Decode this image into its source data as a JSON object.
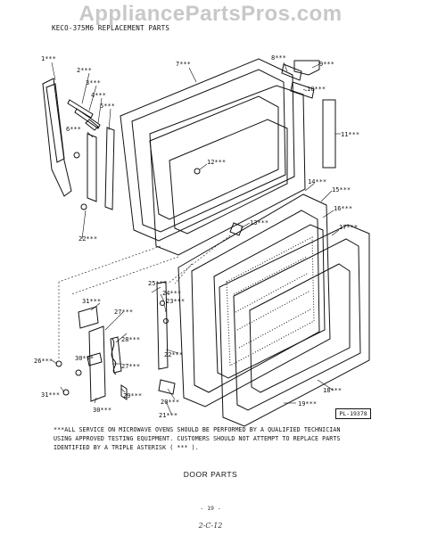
{
  "watermark": "AppliancePartsPros.com",
  "header": "KECO-375M6 REPLACEMENT PARTS",
  "labels": [
    {
      "id": "1",
      "text": "1***"
    },
    {
      "id": "2",
      "text": "2***"
    },
    {
      "id": "3",
      "text": "3***"
    },
    {
      "id": "4",
      "text": "4***"
    },
    {
      "id": "5",
      "text": "5***"
    },
    {
      "id": "6",
      "text": "6***"
    },
    {
      "id": "7",
      "text": "7***"
    },
    {
      "id": "8",
      "text": "8***"
    },
    {
      "id": "9",
      "text": "9***"
    },
    {
      "id": "10",
      "text": "10***"
    },
    {
      "id": "11",
      "text": "11***"
    },
    {
      "id": "12",
      "text": "12***"
    },
    {
      "id": "13",
      "text": "13***"
    },
    {
      "id": "14",
      "text": "14***"
    },
    {
      "id": "15",
      "text": "15***"
    },
    {
      "id": "16",
      "text": "16***"
    },
    {
      "id": "17",
      "text": "17***"
    },
    {
      "id": "18",
      "text": "18***"
    },
    {
      "id": "19",
      "text": "19***"
    },
    {
      "id": "20",
      "text": "20***"
    },
    {
      "id": "21",
      "text": "21***"
    },
    {
      "id": "22a",
      "text": "22***"
    },
    {
      "id": "22b",
      "text": "22***"
    },
    {
      "id": "23",
      "text": "23***"
    },
    {
      "id": "24",
      "text": "24***"
    },
    {
      "id": "25",
      "text": "25***"
    },
    {
      "id": "26",
      "text": "26***"
    },
    {
      "id": "27a",
      "text": "27***"
    },
    {
      "id": "27b",
      "text": "27***"
    },
    {
      "id": "28",
      "text": "28***"
    },
    {
      "id": "29",
      "text": "29***"
    },
    {
      "id": "30a",
      "text": "30***"
    },
    {
      "id": "30b",
      "text": "30***"
    },
    {
      "id": "31a",
      "text": "31***"
    },
    {
      "id": "31b",
      "text": "31***"
    }
  ],
  "plate_number": "PL-19378",
  "service_note": "***ALL SERVICE ON MICROWAVE OVENS SHOULD BE PERFORMED BY A QUALIFIED TECHNICIAN USING APPROVED TESTING EQUIPMENT. CUSTOMERS SHOULD NOT ATTEMPT TO REPLACE PARTS IDENTIFIED BY A TRIPLE ASTERISK ( *** ).",
  "title": "DOOR PARTS",
  "page_number": "- 19 -",
  "hand_mark": "2-C-12"
}
